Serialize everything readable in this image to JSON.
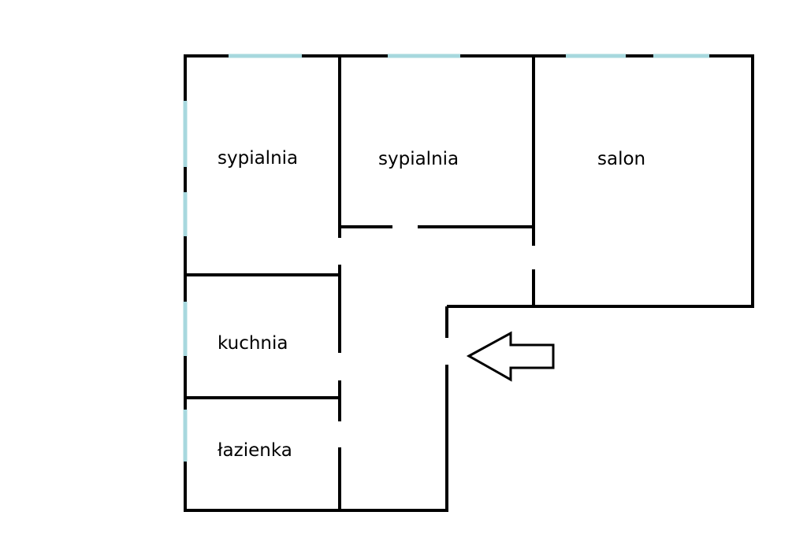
{
  "rooms": [
    {
      "label": "sypialnia"
    },
    {
      "label": "sypialnia"
    },
    {
      "label": "salon"
    },
    {
      "label": "kuchnia"
    },
    {
      "label": "łazienka"
    }
  ],
  "colors": {
    "wall": "#000000",
    "window": "#a7d8de",
    "background": "#ffffff"
  },
  "icons": {
    "entrance": "arrow-left-icon"
  }
}
